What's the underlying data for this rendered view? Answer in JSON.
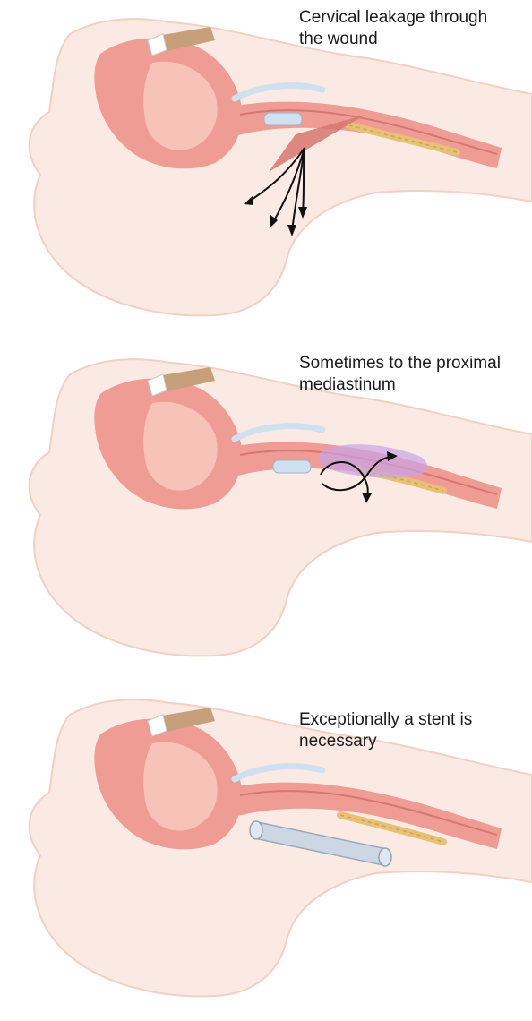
{
  "panels": [
    {
      "id": "cervical-leakage",
      "caption_lines": [
        "Cervical leakage through",
        "the wound"
      ]
    },
    {
      "id": "proximal-mediastinum",
      "caption_lines": [
        "Sometimes to the proximal",
        "mediastinum"
      ]
    },
    {
      "id": "stent",
      "caption_lines": [
        "Exceptionally a stent is",
        "necessary"
      ]
    }
  ],
  "colors": {
    "skin": "#fbe9e3",
    "skin_outline": "#f3cfc4",
    "tissue": "#ef9c95",
    "tissue_dark": "#d77670",
    "mucosa": "#f7c2b8",
    "bone": "#c7a07b",
    "cartilage": "#cfe0ef",
    "nerve": "#e8c274",
    "mediastinum_leak": "#c9a2e6",
    "stent": "#c9d6e4",
    "arrow": "#111111"
  }
}
